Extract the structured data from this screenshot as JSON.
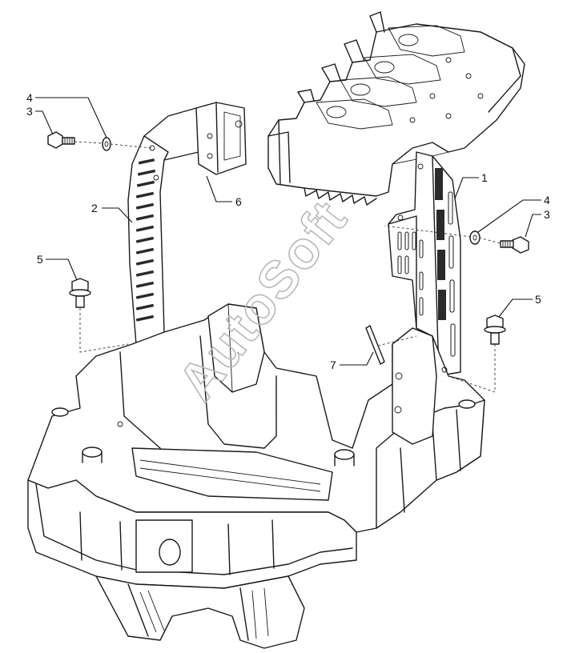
{
  "watermark": "AutoSoft",
  "callouts": [
    {
      "id": "c4-left",
      "label": "4"
    },
    {
      "id": "c3-left",
      "label": "3"
    },
    {
      "id": "c2",
      "label": "2"
    },
    {
      "id": "c6",
      "label": "6"
    },
    {
      "id": "c5-left",
      "label": "5"
    },
    {
      "id": "c1",
      "label": "1"
    },
    {
      "id": "c4-right",
      "label": "4"
    },
    {
      "id": "c3-right",
      "label": "3"
    },
    {
      "id": "c5-right",
      "label": "5"
    },
    {
      "id": "c7",
      "label": "7"
    }
  ]
}
